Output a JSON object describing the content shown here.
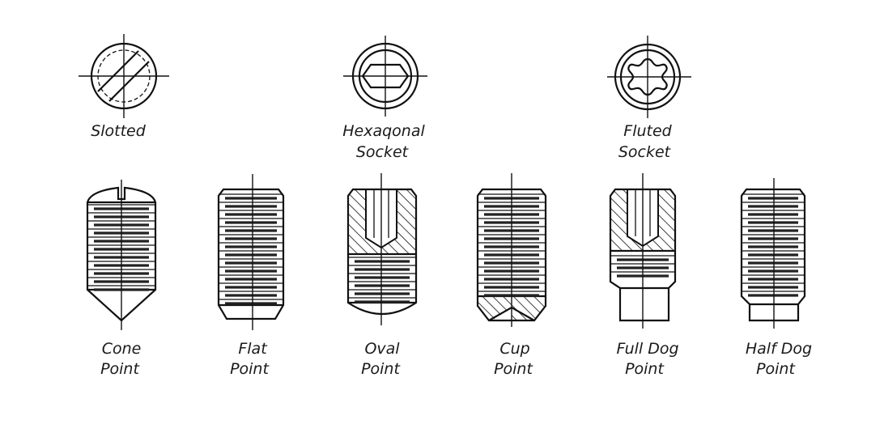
{
  "title": "Set Screw Head and Point Types",
  "head_types": [
    {
      "id": "slotted",
      "lines": [
        "Slotted"
      ]
    },
    {
      "id": "hexagonal-socket",
      "lines": [
        "Hexaqonal",
        "Socket"
      ]
    },
    {
      "id": "fluted-socket",
      "lines": [
        "Fluted",
        "Socket"
      ]
    }
  ],
  "point_types": [
    {
      "id": "cone",
      "lines": [
        "Cone",
        "Point"
      ]
    },
    {
      "id": "flat",
      "lines": [
        "Flat",
        "Point"
      ]
    },
    {
      "id": "oval",
      "lines": [
        "Oval",
        "Point"
      ]
    },
    {
      "id": "cup",
      "lines": [
        "Cup",
        "Point"
      ]
    },
    {
      "id": "full-dog",
      "lines": [
        "Full Dog",
        "Point"
      ]
    },
    {
      "id": "half-dog",
      "lines": [
        "Half Dog",
        "Point"
      ]
    }
  ],
  "colors": {
    "ink": "#111111",
    "paper": "#ffffff"
  }
}
